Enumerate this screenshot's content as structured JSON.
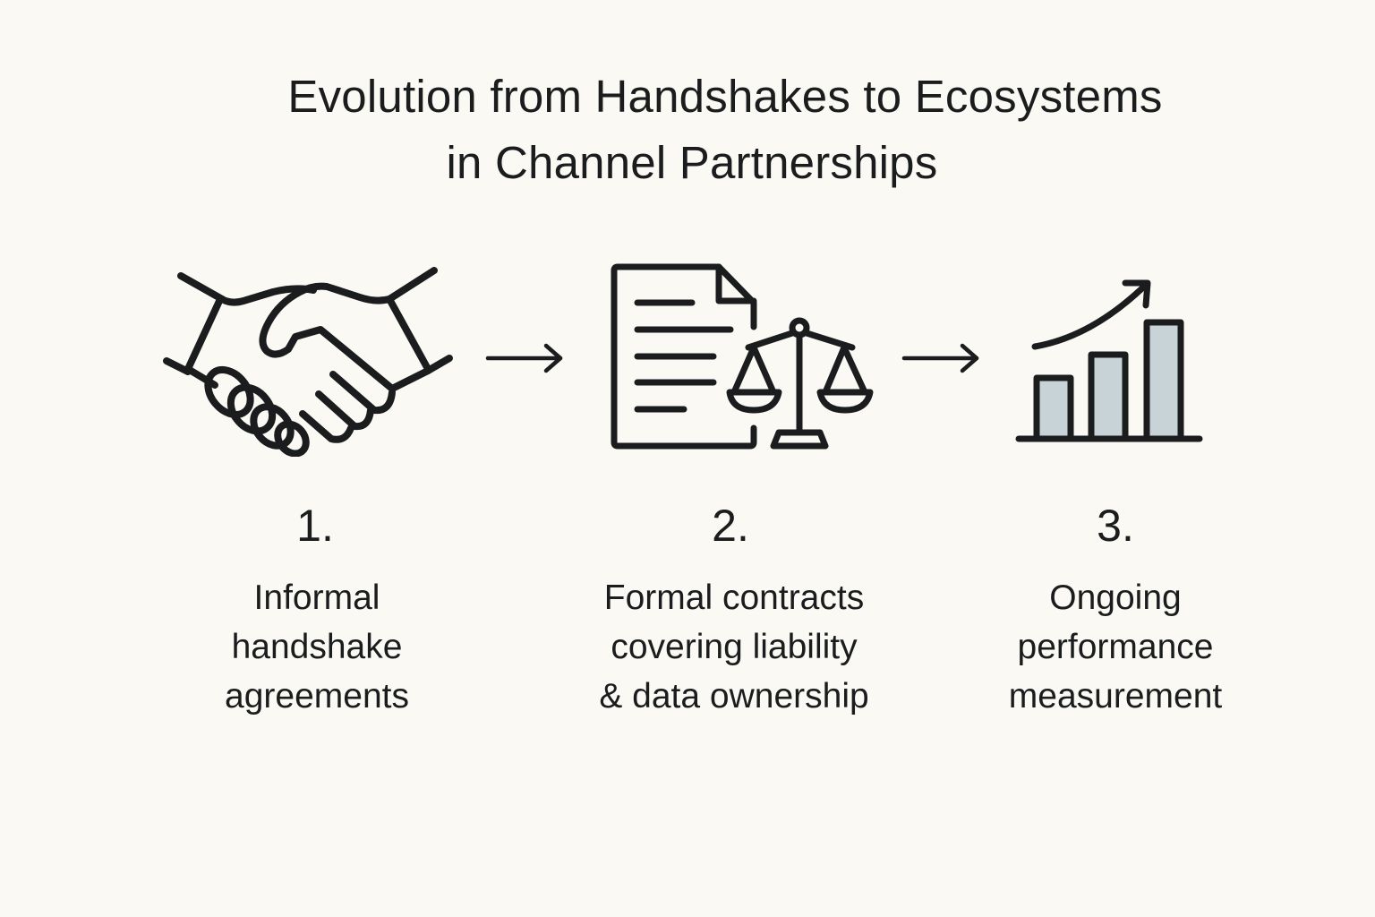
{
  "title": {
    "line1": "Evolution from Handshakes to Ecosystems",
    "line2": "in Channel Partnerships"
  },
  "steps": [
    {
      "number": "1.",
      "icon": "handshake-icon",
      "lines": [
        "Informal",
        "handshake",
        "agreements"
      ]
    },
    {
      "number": "2.",
      "icon": "contract-scales-icon",
      "lines": [
        "Formal contracts",
        "covering liability",
        "& data ownership"
      ]
    },
    {
      "number": "3.",
      "icon": "bar-chart-growth-icon",
      "lines": [
        "Ongoing",
        "performance",
        "measurement"
      ]
    }
  ],
  "colors": {
    "background": "#fbf9f4",
    "stroke": "#1a1c1e",
    "bar_fill": "#c7d3d6"
  }
}
